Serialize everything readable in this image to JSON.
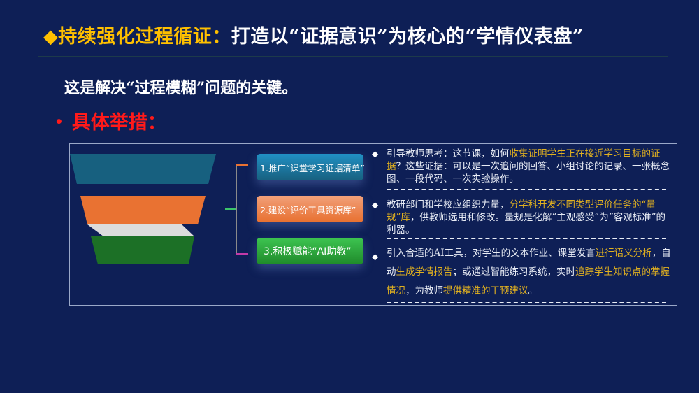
{
  "title": {
    "marker": "◆",
    "highlight": "持续强化过程循证：",
    "rest": "打造以“证据意识”为核心的“学情仪表盘”"
  },
  "subtitle": "这是解决“过程模糊”问题的关键。",
  "measures": {
    "bullet": "•",
    "label": "具体举措："
  },
  "colors": {
    "background": "#0e1f56",
    "accent_yellow": "#ffc000",
    "red": "#ff1a1a",
    "highlight": "#e0b020"
  },
  "buttons": [
    "1.推广“课堂学习证据清单”",
    "2.建设“评价工具资源库”",
    "3.积极赋能“AI助教”"
  ],
  "items": [
    {
      "bullet": "◆",
      "segments": [
        {
          "text": "引导教师思考：这节课，如何",
          "hl": false
        },
        {
          "text": "收集证明学生正在接近学习目标的证据",
          "hl": true
        },
        {
          "text": "？这些证据：可以是一次追问的回答、小组讨论的记录、一张概念图、一段代码、一次实验操作。",
          "hl": false
        }
      ]
    },
    {
      "bullet": "◆",
      "segments": [
        {
          "text": "教研部门和学校应组织力量，",
          "hl": false
        },
        {
          "text": "分学科开发不同类型评价任务的“量规”库",
          "hl": true
        },
        {
          "text": "，供教师选用和修改。量规是化解“主观感受”为“客观标准”的利器。",
          "hl": false
        }
      ]
    },
    {
      "bullet": "◆",
      "segments": [
        {
          "text": "引入合适的AI工具，对学生的文本作业、课堂发言",
          "hl": false
        },
        {
          "text": "进行语义分析",
          "hl": true
        },
        {
          "text": "，自动",
          "hl": false
        },
        {
          "text": "生成学情报告",
          "hl": true
        },
        {
          "text": "；或通过智能练习系统，实时",
          "hl": false
        },
        {
          "text": "追踪学生知识点的掌握情况",
          "hl": true
        },
        {
          "text": "，为教师",
          "hl": false
        },
        {
          "text": "提供精准的干预建议",
          "hl": true
        },
        {
          "text": "。",
          "hl": false
        }
      ]
    }
  ]
}
